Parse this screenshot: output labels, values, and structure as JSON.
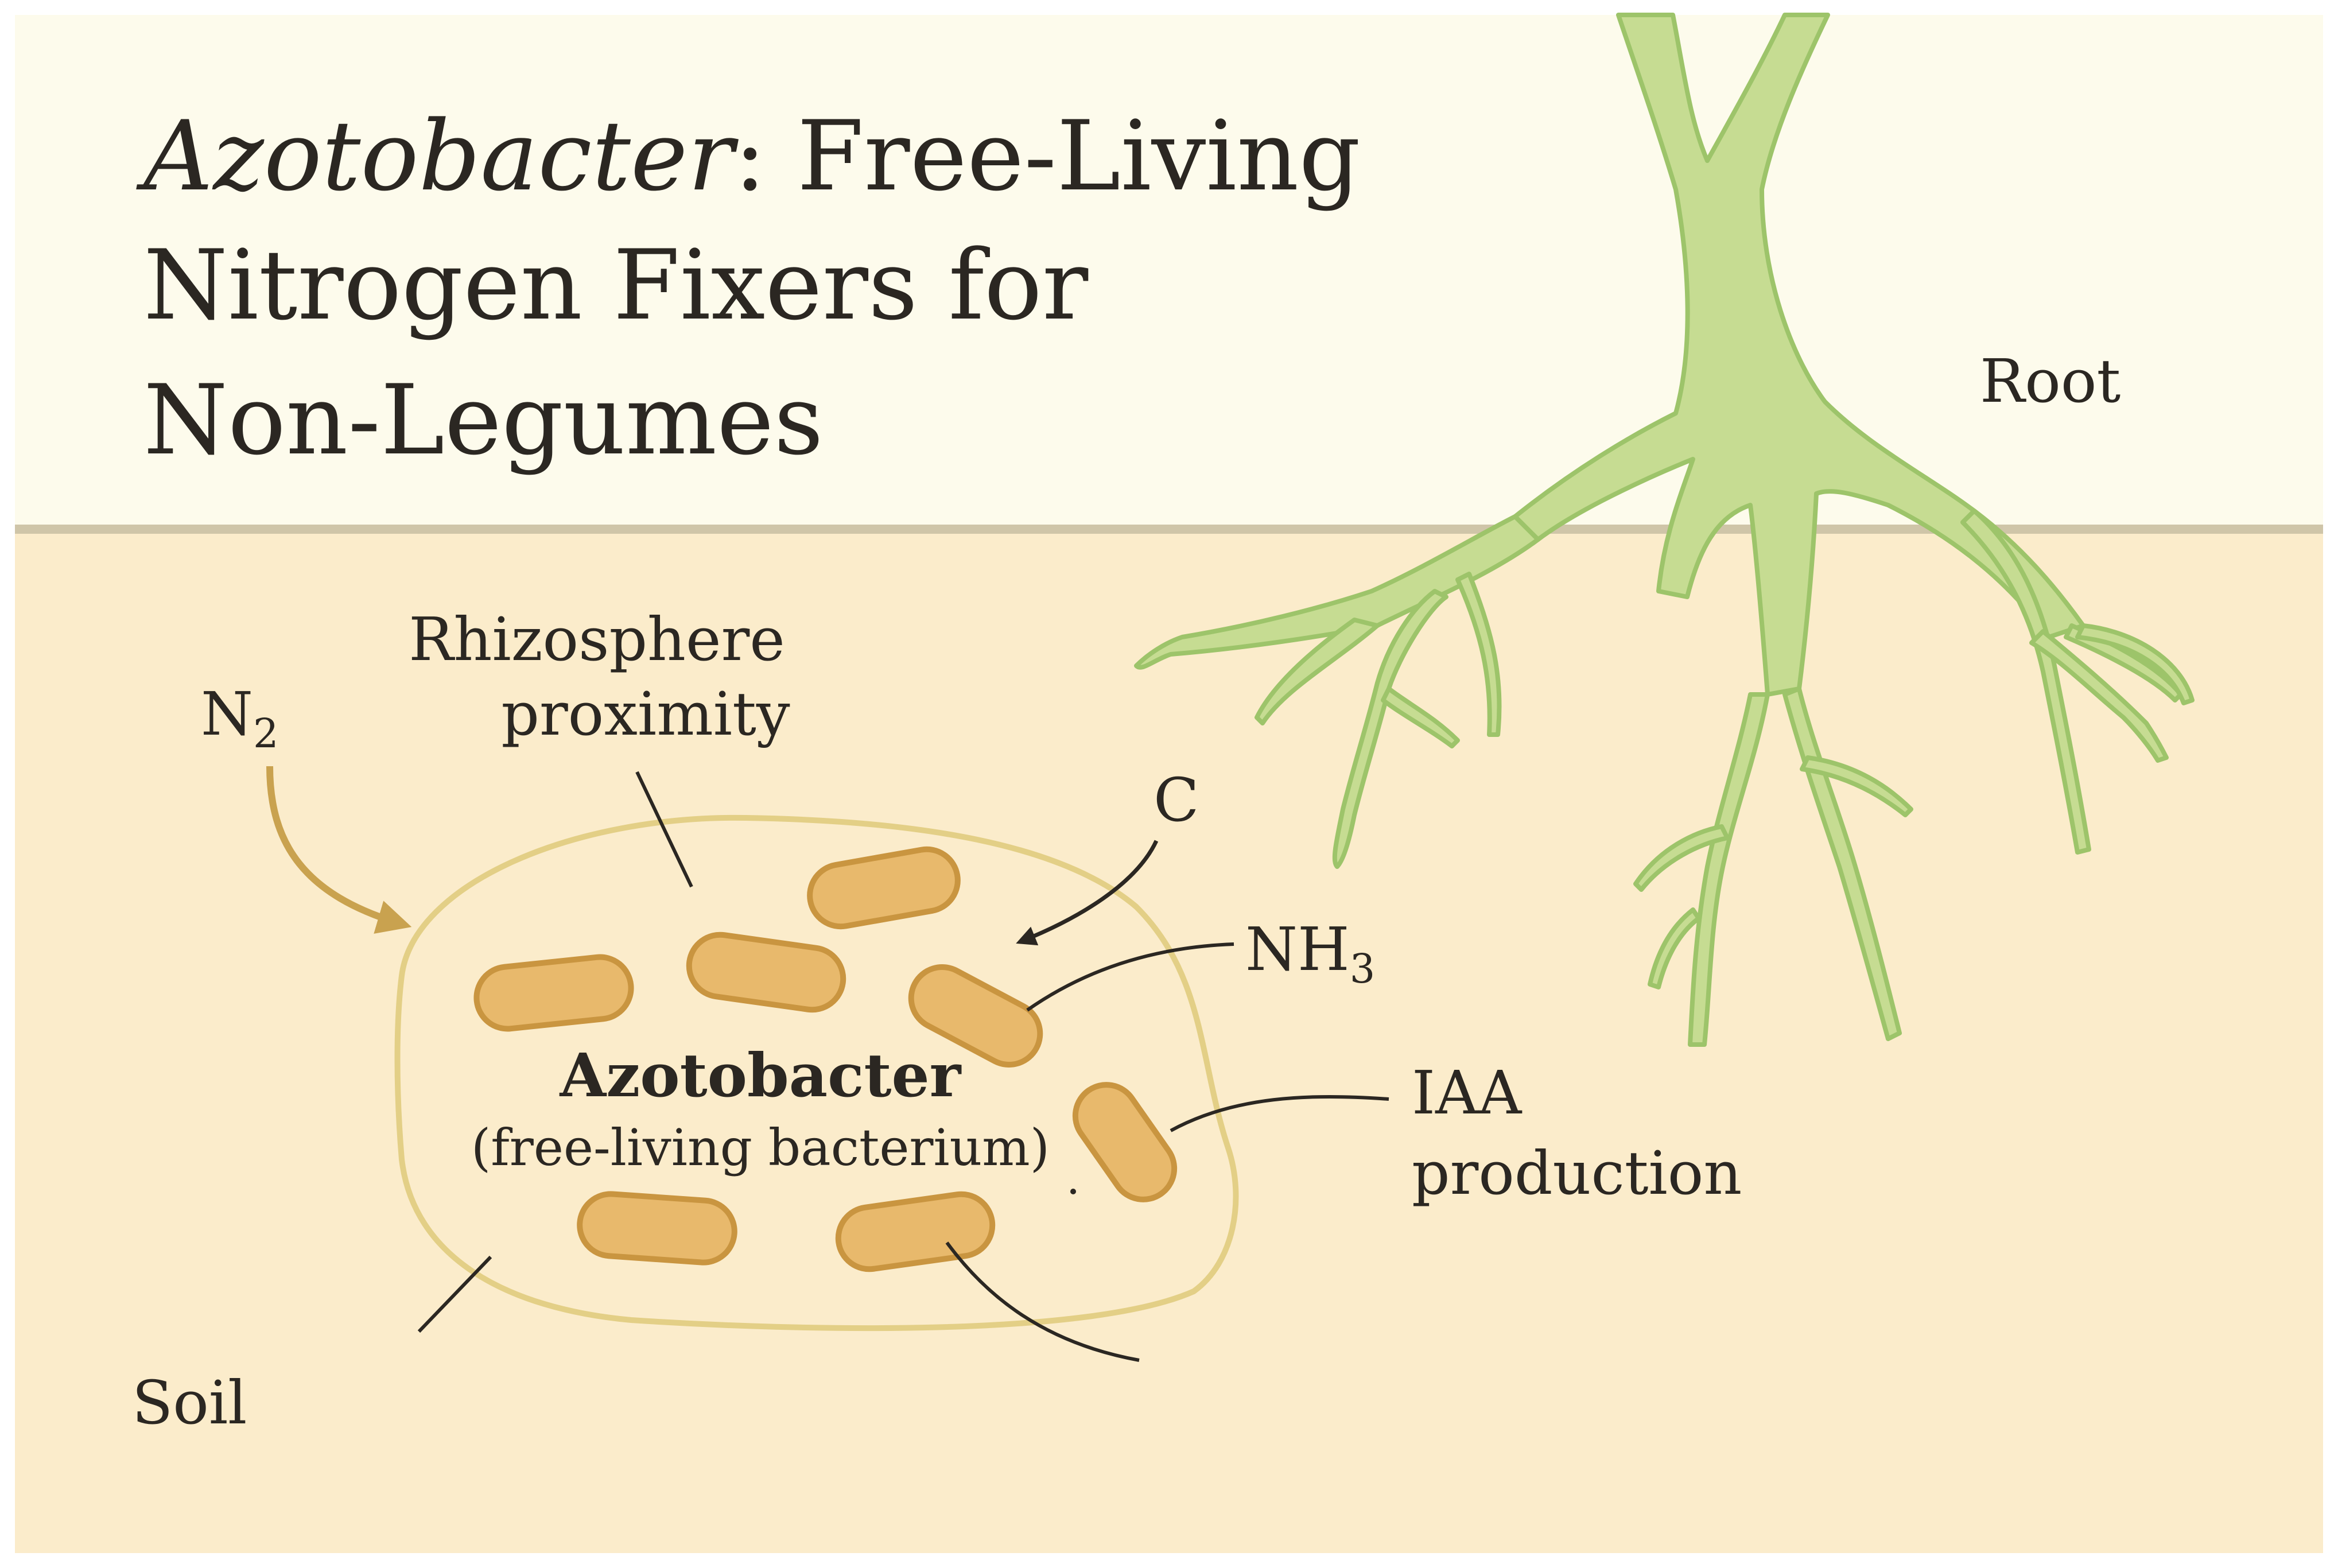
{
  "title": {
    "line1_italic": "Azotobacter",
    "line1_rest": ": Free-Living",
    "line2": "Nitrogen Fixers for",
    "line3": "Non-Legumes"
  },
  "labels": {
    "root": "Root",
    "soil": "Soil",
    "n2_base": "N",
    "n2_sub": "2",
    "rhizosphere_line1": "Rhizosphere",
    "rhizosphere_line2": "proximity",
    "carbon": "C",
    "nh3_base": "NH",
    "nh3_sub": "3",
    "iaa_line1": "IAA",
    "iaa_line2": "production",
    "bacterium_name": "Azotobacter",
    "bacterium_desc": "(free-living bacterium)"
  },
  "colors": {
    "sky": "#fdfbec",
    "soil": "#fbeccb",
    "horizon_line": "#cfc5a8",
    "root_fill": "#c6dc92",
    "root_stroke": "#9dc46a",
    "bacterium_fill": "#e8b96c",
    "bacterium_stroke": "#c99540",
    "cluster_outline": "#e3cf86",
    "n2_arrow": "#c9a24f",
    "text": "#2b2722"
  }
}
